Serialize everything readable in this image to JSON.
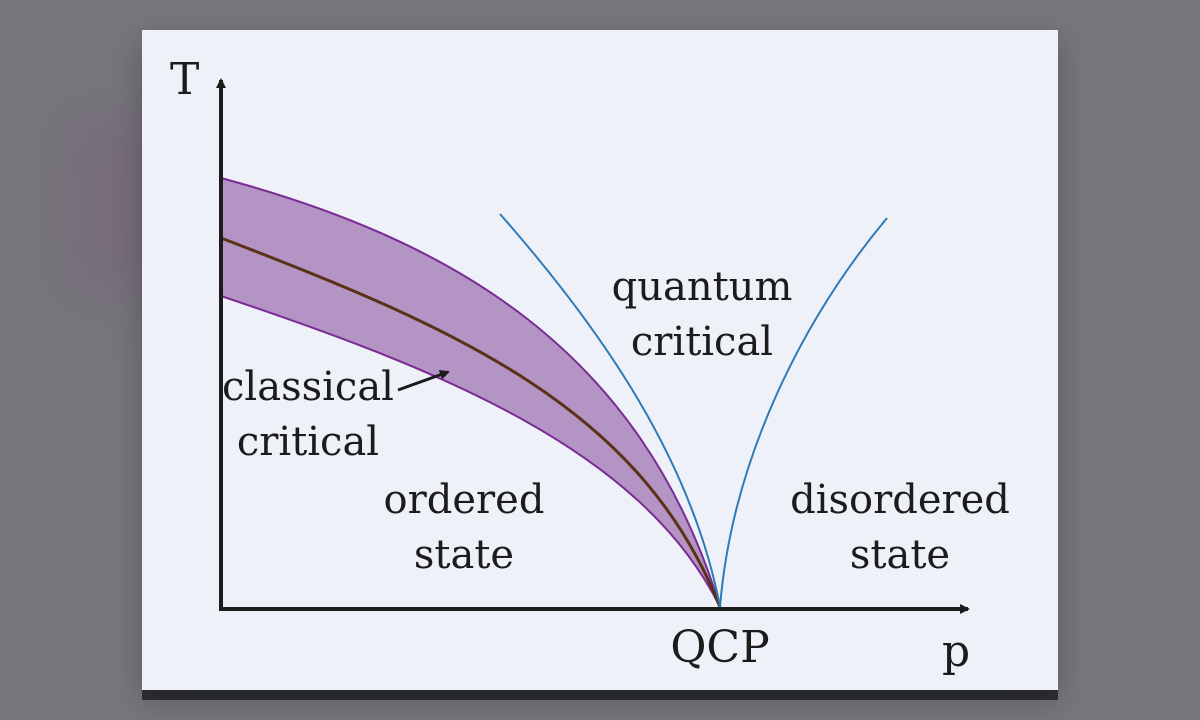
{
  "axes": {
    "y_label": "T",
    "x_label": "p",
    "origin_point_label": "QCP"
  },
  "regions": {
    "quantum_critical": [
      "quantum",
      "critical"
    ],
    "classical_critical": [
      "classical",
      "critical"
    ],
    "ordered": [
      "ordered",
      "state"
    ],
    "disordered": [
      "disordered",
      "state"
    ]
  },
  "colors": {
    "background": "#eef2f8",
    "band_fill": "#b494c4",
    "band_edge": "#7a2b94",
    "phase_line": "#5a3216",
    "crossover_lines": "#2f7ab8",
    "axes": "#1c1c1c"
  }
}
